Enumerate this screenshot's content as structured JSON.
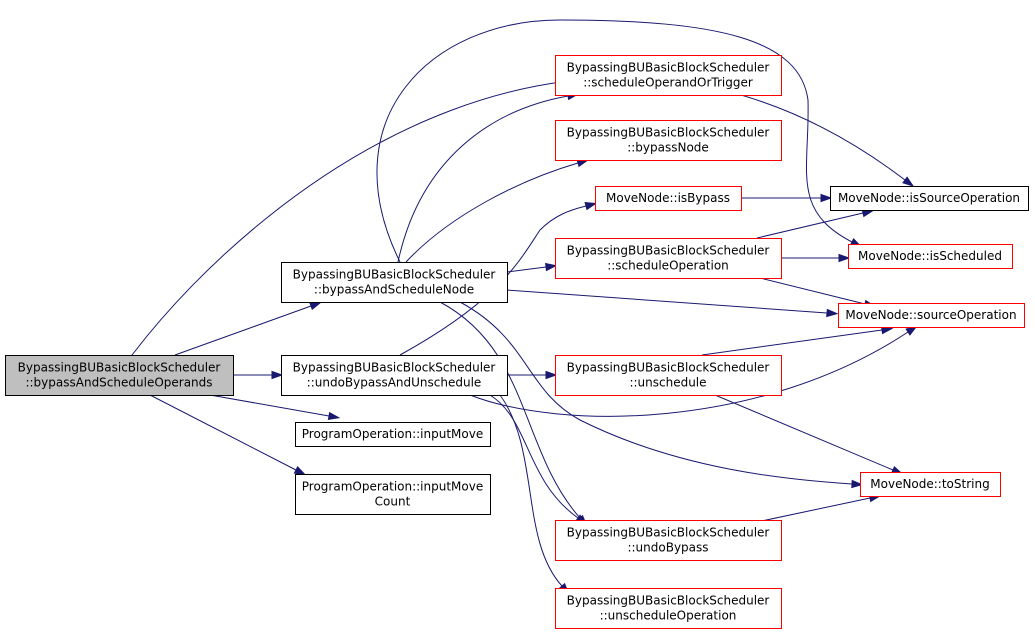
{
  "diagram": {
    "colors": {
      "edge": "#191970",
      "focus_fill": "#bfbfbf",
      "focus_stroke": "#000000",
      "local_stroke": "#000000",
      "external_stroke": "#ff0000",
      "node_fill": "#ffffff"
    },
    "nodes": [
      {
        "id": "n_bypassAndScheduleOperands",
        "kind": "focus",
        "lines": [
          "BypassingBUBasicBlockScheduler",
          "::bypassAndScheduleOperands"
        ]
      },
      {
        "id": "n_bypassAndScheduleNode",
        "kind": "local",
        "lines": [
          "BypassingBUBasicBlockScheduler",
          "::bypassAndScheduleNode"
        ]
      },
      {
        "id": "n_undoBypassAndUnschedule",
        "kind": "local",
        "lines": [
          "BypassingBUBasicBlockScheduler",
          "::undoBypassAndUnschedule"
        ]
      },
      {
        "id": "n_inputMove",
        "kind": "local",
        "lines": [
          "ProgramOperation::inputMove"
        ]
      },
      {
        "id": "n_inputMoveCount",
        "kind": "local",
        "lines": [
          "ProgramOperation::inputMove",
          "Count"
        ]
      },
      {
        "id": "n_scheduleOperandOrTrigger",
        "kind": "external",
        "lines": [
          "BypassingBUBasicBlockScheduler",
          "::scheduleOperandOrTrigger"
        ]
      },
      {
        "id": "n_bypassNode",
        "kind": "external",
        "lines": [
          "BypassingBUBasicBlockScheduler",
          "::bypassNode"
        ]
      },
      {
        "id": "n_isBypass",
        "kind": "external",
        "lines": [
          "MoveNode::isBypass"
        ]
      },
      {
        "id": "n_scheduleOperation",
        "kind": "external",
        "lines": [
          "BypassingBUBasicBlockScheduler",
          "::scheduleOperation"
        ]
      },
      {
        "id": "n_unschedule",
        "kind": "external",
        "lines": [
          "BypassingBUBasicBlockScheduler",
          "::unschedule"
        ]
      },
      {
        "id": "n_undoBypass",
        "kind": "external",
        "lines": [
          "BypassingBUBasicBlockScheduler",
          "::undoBypass"
        ]
      },
      {
        "id": "n_unscheduleOperation",
        "kind": "external",
        "lines": [
          "BypassingBUBasicBlockScheduler",
          "::unscheduleOperation"
        ]
      },
      {
        "id": "n_isSourceOperation",
        "kind": "local",
        "lines": [
          "MoveNode::isSourceOperation"
        ]
      },
      {
        "id": "n_isScheduled",
        "kind": "external",
        "lines": [
          "MoveNode::isScheduled"
        ]
      },
      {
        "id": "n_sourceOperation",
        "kind": "external",
        "lines": [
          "MoveNode::sourceOperation"
        ]
      },
      {
        "id": "n_toString",
        "kind": "external",
        "lines": [
          "MoveNode::toString"
        ]
      }
    ],
    "edges": [
      {
        "from": "n_bypassAndScheduleOperands",
        "to": "n_bypassAndScheduleNode"
      },
      {
        "from": "n_bypassAndScheduleOperands",
        "to": "n_undoBypassAndUnschedule"
      },
      {
        "from": "n_bypassAndScheduleOperands",
        "to": "n_inputMove"
      },
      {
        "from": "n_bypassAndScheduleOperands",
        "to": "n_inputMoveCount"
      },
      {
        "from": "n_bypassAndScheduleOperands",
        "to": "n_isSourceOperation"
      },
      {
        "from": "n_bypassAndScheduleNode",
        "to": "n_scheduleOperandOrTrigger"
      },
      {
        "from": "n_bypassAndScheduleNode",
        "to": "n_bypassNode"
      },
      {
        "from": "n_bypassAndScheduleNode",
        "to": "n_scheduleOperation"
      },
      {
        "from": "n_bypassAndScheduleNode",
        "to": "n_isScheduled"
      },
      {
        "from": "n_bypassAndScheduleNode",
        "to": "n_sourceOperation"
      },
      {
        "from": "n_bypassAndScheduleNode",
        "to": "n_toString"
      },
      {
        "from": "n_bypassAndScheduleNode",
        "to": "n_undoBypass"
      },
      {
        "from": "n_undoBypassAndUnschedule",
        "to": "n_isBypass"
      },
      {
        "from": "n_undoBypassAndUnschedule",
        "to": "n_unschedule"
      },
      {
        "from": "n_undoBypassAndUnschedule",
        "to": "n_sourceOperation"
      },
      {
        "from": "n_undoBypassAndUnschedule",
        "to": "n_undoBypass"
      },
      {
        "from": "n_undoBypassAndUnschedule",
        "to": "n_unscheduleOperation"
      },
      {
        "from": "n_isBypass",
        "to": "n_isSourceOperation"
      },
      {
        "from": "n_scheduleOperation",
        "to": "n_isSourceOperation"
      },
      {
        "from": "n_scheduleOperation",
        "to": "n_isScheduled"
      },
      {
        "from": "n_scheduleOperation",
        "to": "n_sourceOperation"
      },
      {
        "from": "n_unschedule",
        "to": "n_sourceOperation"
      },
      {
        "from": "n_unschedule",
        "to": "n_toString"
      },
      {
        "from": "n_undoBypass",
        "to": "n_toString"
      }
    ]
  }
}
